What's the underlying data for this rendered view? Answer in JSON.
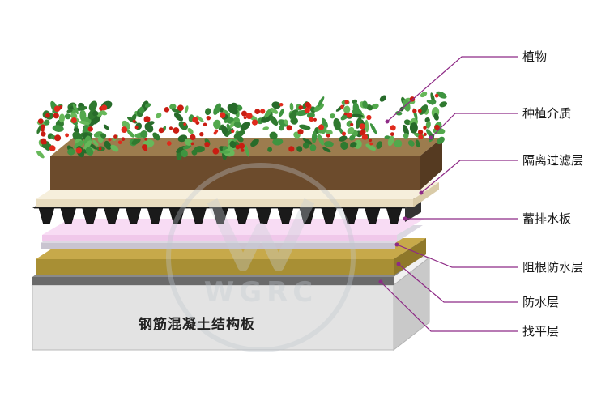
{
  "labels": {
    "plants": "植物",
    "growing_medium": "种植介质",
    "filter_layer": "隔离过滤层",
    "drainage_board": "蓄排水板",
    "root_barrier": "阻根防水层",
    "waterproof": "防水层",
    "leveling": "找平层"
  },
  "slab_label": "钢筋混凝土结构板",
  "watermark": "WGRC",
  "colors": {
    "leader": "#8e2a86",
    "soil_front": "#6b4a2b",
    "soil_top": "#9a7a4c",
    "filter": "#efe6d0",
    "drain": "#1c1c1c",
    "root_barrier": "#f7d8f3",
    "membrane": "#d8d4dd",
    "waterproof": "#b89a3a",
    "leveling": "#6f6f6f",
    "slab": "#e2e2e2"
  }
}
